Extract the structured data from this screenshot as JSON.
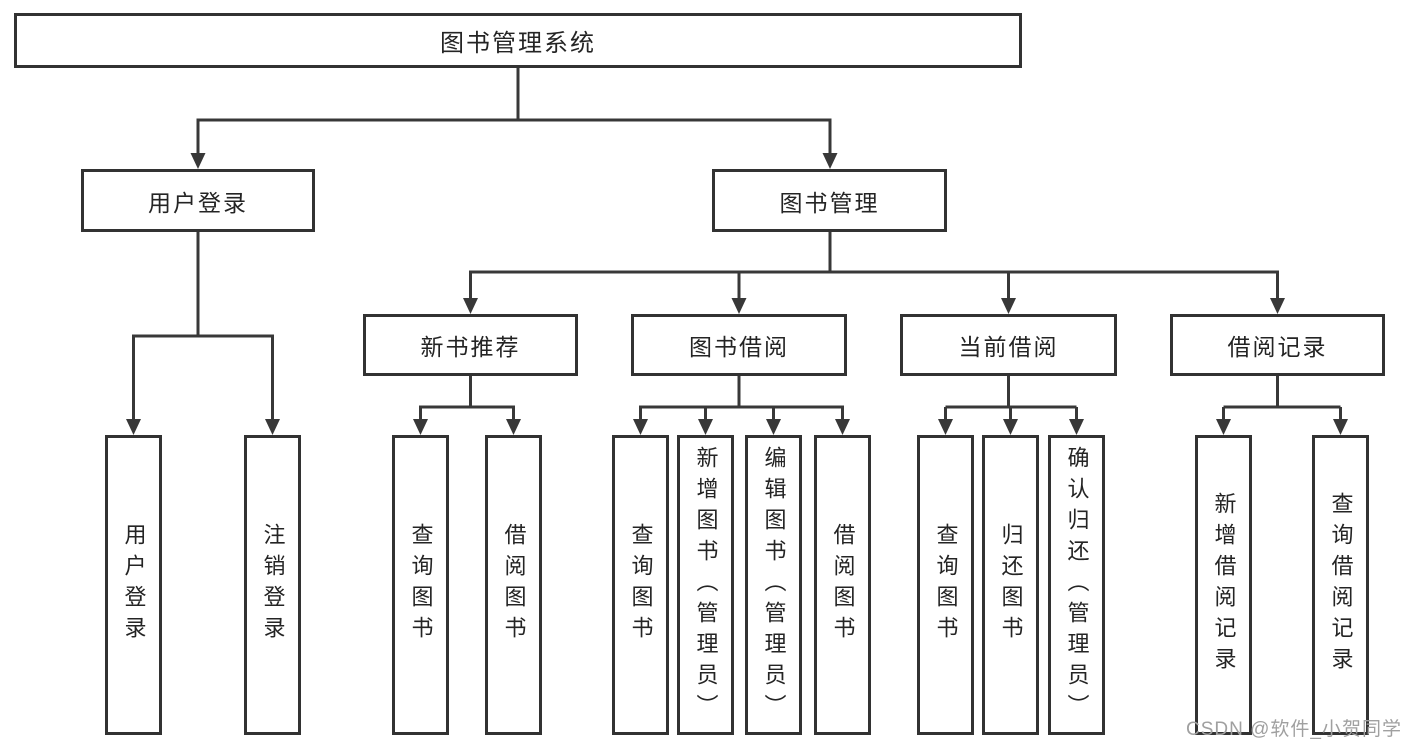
{
  "colors": {
    "background": "#ffffff",
    "box_border": "#323232",
    "connector": "#383838",
    "text": "#242424",
    "watermark": "#a0a0a0"
  },
  "tree": {
    "label": "图书管理系统",
    "children": [
      {
        "label": "用户登录",
        "children": [
          {
            "label": "用户登录"
          },
          {
            "label": "注销登录"
          }
        ]
      },
      {
        "label": "图书管理",
        "children": [
          {
            "label": "新书推荐",
            "children": [
              {
                "label": "查询图书"
              },
              {
                "label": "借阅图书"
              }
            ]
          },
          {
            "label": "图书借阅",
            "children": [
              {
                "label": "查询图书"
              },
              {
                "label": "新增图书（管理员）"
              },
              {
                "label": "编辑图书（管理员）"
              },
              {
                "label": "借阅图书"
              }
            ]
          },
          {
            "label": "当前借阅",
            "children": [
              {
                "label": "查询图书"
              },
              {
                "label": "归还图书"
              },
              {
                "label": "确认归还（管理员）"
              }
            ]
          },
          {
            "label": "借阅记录",
            "children": [
              {
                "label": "新增借阅记录"
              },
              {
                "label": "查询借阅记录"
              }
            ]
          }
        ]
      }
    ]
  },
  "watermark": {
    "text": "CSDN @软件_小贺同学"
  }
}
